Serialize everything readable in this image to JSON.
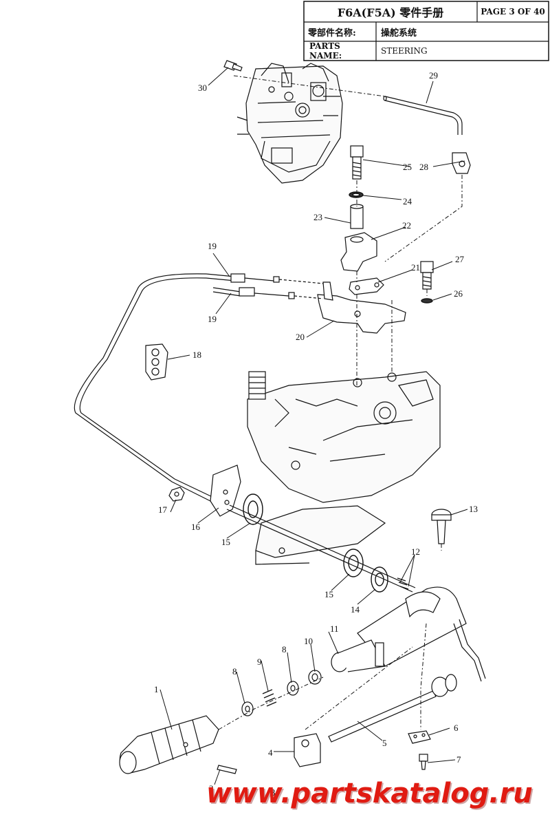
{
  "header": {
    "title": "F6A(F5A) 零件手册",
    "page": "PAGE 3 OF 40",
    "cn_label": "零部件名称:",
    "cn_value": "操舵系统",
    "en_label": "PARTS NAME:",
    "en_value": "STEERING"
  },
  "callouts": [
    "1",
    "2",
    "3",
    "4",
    "5",
    "6",
    "7",
    "8",
    "8",
    "9",
    "10",
    "11",
    "12",
    "13",
    "14",
    "15",
    "15",
    "16",
    "17",
    "18",
    "19",
    "19",
    "20",
    "21",
    "22",
    "23",
    "24",
    "25",
    "26",
    "27",
    "28",
    "29",
    "30"
  ],
  "watermark": "www.partskatalog.ru",
  "colors": {
    "ink": "#111111",
    "watermark": "#e01b12"
  }
}
